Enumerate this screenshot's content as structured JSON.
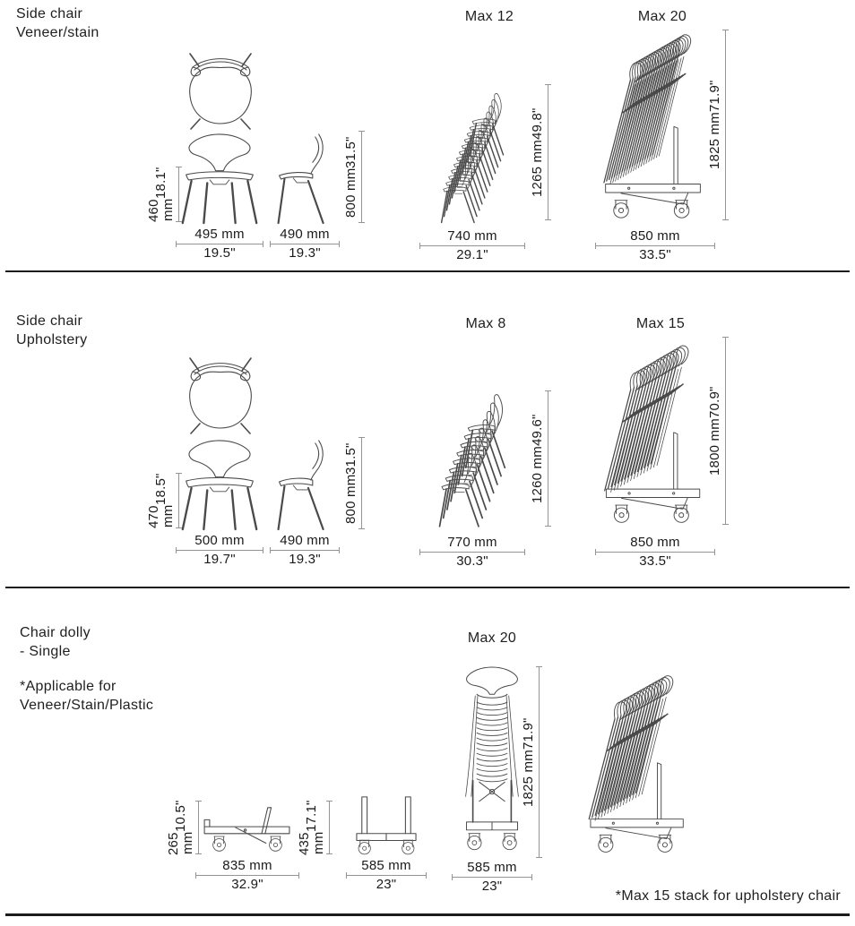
{
  "page": {
    "footnote": "*Max 15 stack for upholstery chair"
  },
  "colors": {
    "line_art": "#4a4a4a",
    "dim_line": "#949494",
    "text": "#1a1a1a",
    "divider": "#1c1c1c",
    "background": "#ffffff"
  },
  "sections": {
    "veneer": {
      "title1": "Side chair",
      "title2": "Veneer/stain",
      "front": {
        "h_mm": "460 mm",
        "h_in": "18.1\"",
        "w_mm": "495 mm",
        "w_in": "19.5\""
      },
      "side": {
        "w_mm": "490 mm",
        "w_in": "19.3\"",
        "h_mm": "800 mm",
        "h_in": "31.5\""
      },
      "stack": {
        "label": "Max 12",
        "w_mm": "740 mm",
        "w_in": "29.1\"",
        "h_mm": "1265 mm",
        "h_in": "49.8\""
      },
      "dolly": {
        "label": "Max 20",
        "w_mm": "850 mm",
        "w_in": "33.5\"",
        "h_mm": "1825 mm",
        "h_in": "71.9\""
      }
    },
    "upholstery": {
      "title1": "Side chair",
      "title2": "Upholstery",
      "front": {
        "h_mm": "470 mm",
        "h_in": "18.5\"",
        "w_mm": "500 mm",
        "w_in": "19.7\""
      },
      "side": {
        "w_mm": "490 mm",
        "w_in": "19.3\"",
        "h_mm": "800 mm",
        "h_in": "31.5\""
      },
      "stack": {
        "label": "Max 8",
        "w_mm": "770 mm",
        "w_in": "30.3\"",
        "h_mm": "1260 mm",
        "h_in": "49.6\""
      },
      "dolly": {
        "label": "Max 15",
        "w_mm": "850 mm",
        "w_in": "33.5\"",
        "h_mm": "1800 mm",
        "h_in": "70.9\""
      }
    },
    "dolly_single": {
      "title1": "Chair dolly",
      "title2": "- Single",
      "note1": "*Applicable for",
      "note2": "Veneer/Stain/Plastic",
      "side": {
        "h_mm": "265 mm",
        "h_in": "10.5\"",
        "w_mm": "835 mm",
        "w_in": "32.9\""
      },
      "front": {
        "h_mm": "435 mm",
        "h_in": "17.1\"",
        "w_mm": "585 mm",
        "w_in": "23\""
      },
      "stack": {
        "label": "Max 20",
        "w_mm": "585 mm",
        "w_in": "23\"",
        "h_mm": "1825 mm",
        "h_in": "71.9\""
      }
    }
  }
}
